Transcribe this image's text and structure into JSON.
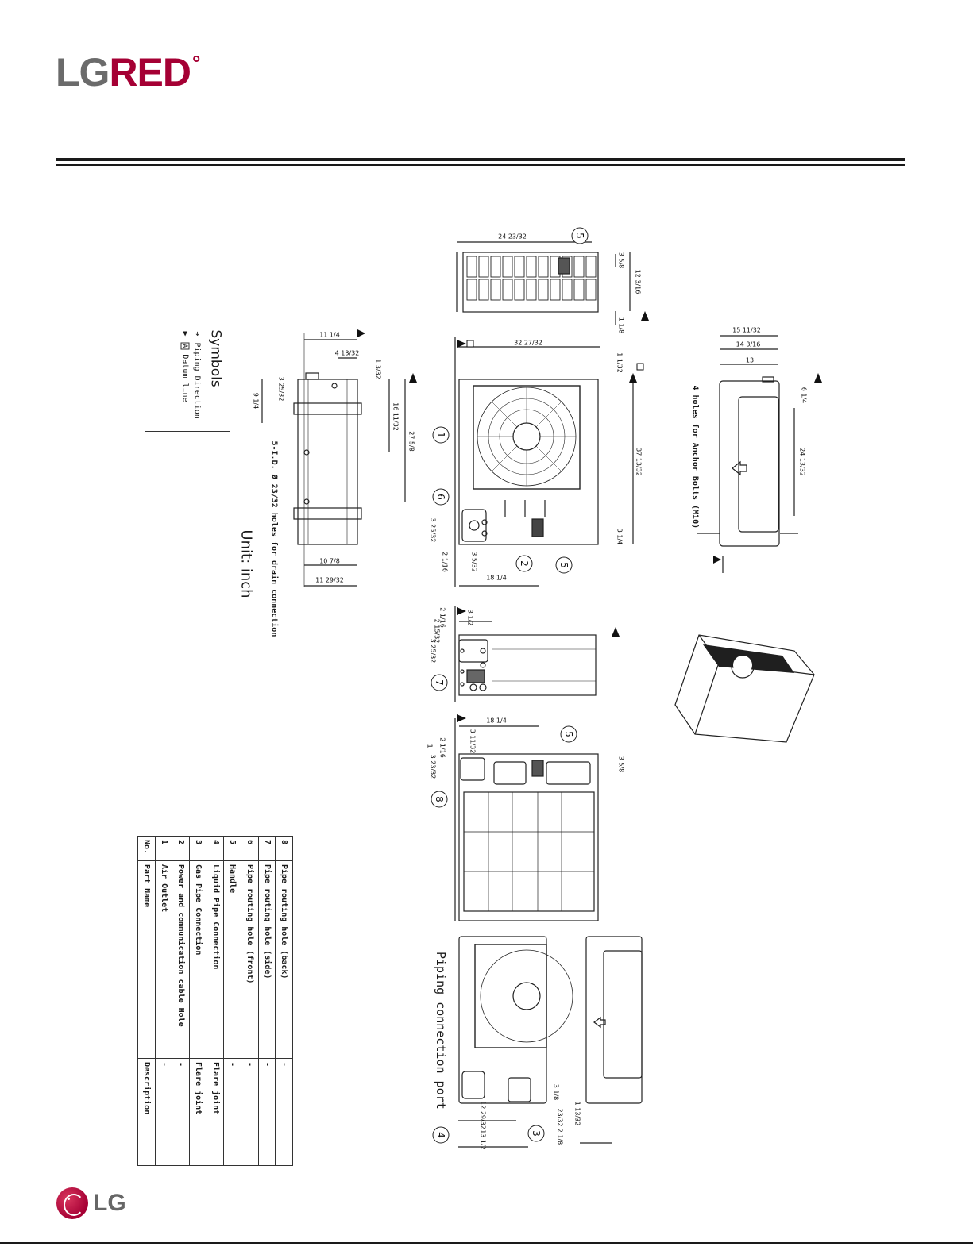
{
  "header": {
    "brand_lg": "LG",
    "brand_red": "RED",
    "brand_degree": "°"
  },
  "drawing": {
    "unit_label": "Unit: inch",
    "piping_connection_port": "Piping connection port",
    "drain_holes_label": "5-I.D. Ø 23/32 holes for drain connection",
    "anchor_holes_label": "4 holes for Anchor Bolts (M10)",
    "callouts": [
      "1",
      "2",
      "3",
      "4",
      "5",
      "6",
      "7",
      "8"
    ],
    "dimensions": {
      "top_width": "24 23/32",
      "top_depth_a": "3 5/8",
      "top_depth_b": "12 3/16",
      "top_offset": "1 1/8",
      "front_width": "32 27/32",
      "front_height": "37 13/32",
      "front_top_offset": "1 1/32",
      "front_handle_h": "3 1/4",
      "front_hole_h": "3 25/32",
      "front_hole_x1": "2 1/16",
      "front_hole_x2": "3 5/32",
      "front_hole_x3": "18 1/4",
      "side_11": "11 1/4",
      "side_4": "4 13/32",
      "side_1": "1 3/32",
      "side_9": "9 1/4",
      "side_3": "3 25/32",
      "side_16": "16 11/32",
      "side_27": "27 5/8",
      "side_10": "10 7/8",
      "side_11b": "11 29/32",
      "base_15": "15 11/32",
      "base_14": "14 3/16",
      "base_13": "13",
      "base_6": "6 1/4",
      "base_24": "24 13/32",
      "left_2": "2 1/16",
      "left_3": "3 1/2",
      "left_3b": "3 25/32",
      "left_rh": "2 15/32",
      "back_18": "18 1/4",
      "back_2": "2 1/16",
      "back_1": "1",
      "back_3": "3 11/32",
      "back_3b": "3 23/32",
      "back_handle": "3 5/8",
      "port_12": "12 29/32",
      "port_13": "13 1/2",
      "port_3": "3 1/8",
      "port_1": "1 13/32",
      "port_2": "2 1/8",
      "port_23": "23/32"
    }
  },
  "symbols": {
    "title": "Symbols",
    "piping_direction": "Piping Direction",
    "datum_line": "Datum line",
    "datum_letter": "A"
  },
  "parts_table": {
    "headers": {
      "no": "No.",
      "name": "Part Name",
      "description": "Description"
    },
    "rows": [
      {
        "no": "1",
        "name": "Air Outlet",
        "description": "-"
      },
      {
        "no": "2",
        "name": "Power and communication cable Hole",
        "description": "-"
      },
      {
        "no": "3",
        "name": "Gas Pipe Connection",
        "description": "Flare joint"
      },
      {
        "no": "4",
        "name": "Liquid Pipe Connection",
        "description": "Flare joint"
      },
      {
        "no": "5",
        "name": "Handle",
        "description": "-"
      },
      {
        "no": "6",
        "name": "Pipe routing hole (front)",
        "description": "-"
      },
      {
        "no": "7",
        "name": "Pipe routing hole (side)",
        "description": "-"
      },
      {
        "no": "8",
        "name": "Pipe routing hole (back)",
        "description": "-"
      }
    ]
  },
  "footer": {
    "logo_text": "LG"
  }
}
